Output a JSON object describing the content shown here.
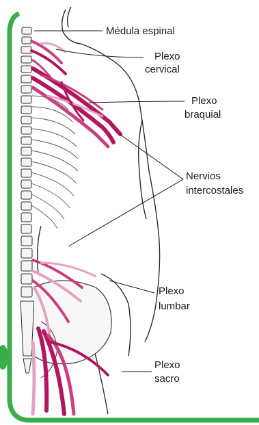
{
  "labels": {
    "medula": "Médula espinal",
    "cervical_1": "Plexo",
    "cervical_2": "cervical",
    "braquial_1": "Plexo",
    "braquial_2": "braquial",
    "intercostal_1": "Nervios",
    "intercostal_2": "intercostales",
    "lumbar_1": "Plexo",
    "lumbar_2": "lumbar",
    "sacro_1": "Plexo",
    "sacro_2": "sacro"
  },
  "colors": {
    "frame_green": "#3aad4a",
    "nerve_dark": "#b0175f",
    "nerve_mid": "#c8407e",
    "nerve_light": "#e3a3c2",
    "outline": "#2a2a2a"
  }
}
